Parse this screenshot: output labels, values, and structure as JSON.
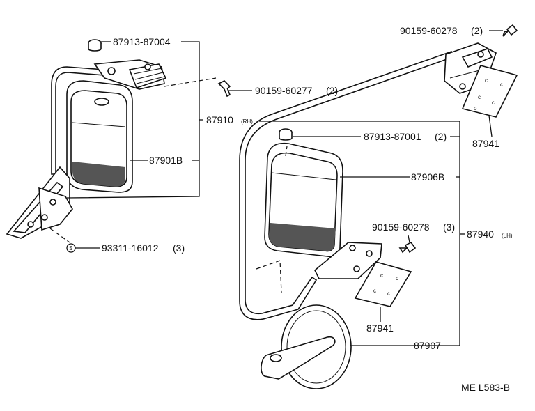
{
  "labels": {
    "l_87913_87004": "87913-87004",
    "l_90159_60277": "90159-60277",
    "l_90159_60277_qty": "(2)",
    "l_87910": "87910",
    "l_87910_side": "(RH)",
    "l_87901b": "87901B",
    "l_93311_16012": "93311-16012",
    "l_93311_16012_qty": "(3)",
    "l_s_symbol": "S",
    "l_90159_60278_top": "90159-60278",
    "l_90159_60278_top_qty": "(2)",
    "l_87941_top": "87941",
    "l_87913_87001": "87913-87001",
    "l_87913_87001_qty": "(2)",
    "l_87906b": "87906B",
    "l_90159_60278_mid": "90159-60278",
    "l_90159_60278_mid_qty": "(3)",
    "l_87940": "87940",
    "l_87940_side": "(LH)",
    "l_87941_bottom": "87941",
    "l_87907": "87907",
    "diagram_code": "ME L583-B"
  }
}
